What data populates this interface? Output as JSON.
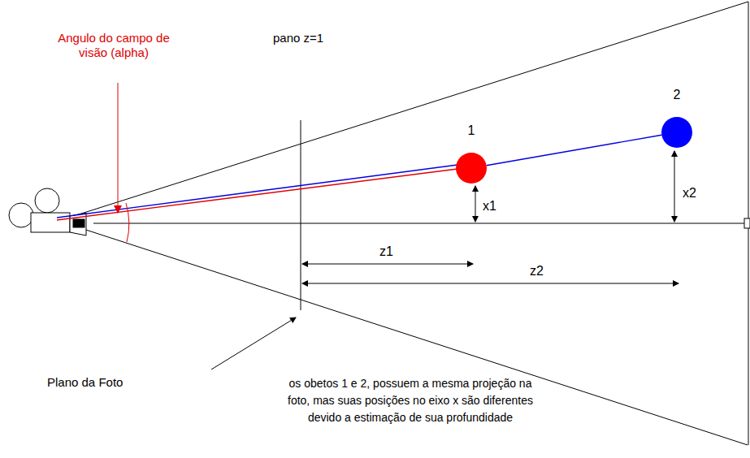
{
  "diagram": {
    "nodes": [
      {
        "text": [
          "1"
        ]
      },
      {
        "text": [
          "2"
        ]
      }
    ],
    "edges": [
      {
        "from": 0,
        "to": 1,
        "arrow": "none"
      }
    ],
    "labels": [
      "Angulo do campo de visão (alpha)",
      "pano z=1",
      "x1",
      "x2",
      "z1",
      "z2",
      "Plano da Foto",
      "os obetos 1 e 2, possuem a mesma projeção na foto, mas suas posições no eixo x são diferentes devido a estimação de sua profundidade"
    ]
  }
}
